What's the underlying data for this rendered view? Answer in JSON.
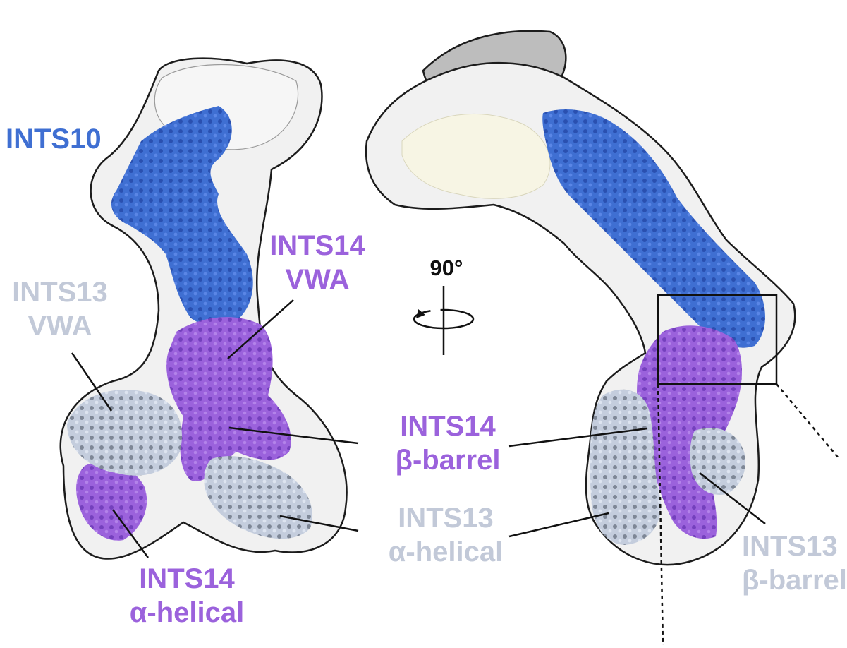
{
  "colors": {
    "ints10": "#3f6fd2",
    "ints14": "#9b62dc",
    "ints13": "#c2c9d8",
    "envelope_fill": "#f1f1f1",
    "envelope_stroke": "#1c1c1c",
    "ink": "#111111"
  },
  "labels": {
    "ints10": {
      "line1": "INTS10"
    },
    "ints14_vwa": {
      "line1": "INTS14",
      "line2": "VWA"
    },
    "ints13_vwa": {
      "line1": "INTS13",
      "line2": "VWA"
    },
    "ints14_beta": {
      "line1": "INTS14",
      "line2": "β-barrel"
    },
    "ints13_alpha": {
      "line1": "INTS13",
      "line2": "α-helical"
    },
    "ints14_alpha": {
      "line1": "INTS14",
      "line2": "α-helical"
    },
    "ints13_beta": {
      "line1": "INTS13",
      "line2": "β-barrel"
    },
    "rotation": "90°"
  },
  "icons": {
    "rotation": "rotate-axis-icon"
  }
}
